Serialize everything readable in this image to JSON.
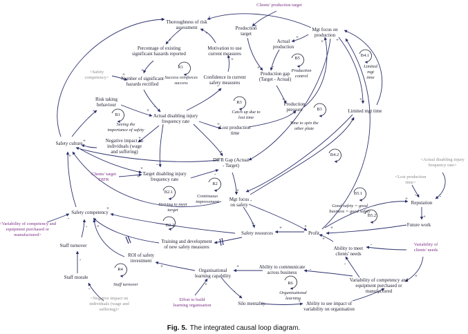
{
  "nodes": {
    "clients_production_target": "Clients' production target",
    "thoroughness": [
      "Thoroughness of risk",
      "assessment"
    ],
    "production_target": [
      "Production",
      "target"
    ],
    "mgt_focus_production": [
      "Mgt focus on",
      "production"
    ],
    "percentage_hazards": [
      "Percentage of existing",
      "significant hazards reported"
    ],
    "motivation": [
      "Motivation to use",
      "current measures"
    ],
    "actual_production": [
      "Actual",
      "production"
    ],
    "safety_competency_shadow": [
      "<Safety",
      "competency>"
    ],
    "number_hazards": [
      "Number of significant",
      "hazards rectified"
    ],
    "production_gap": [
      "Production gap",
      "(Target - Actual)"
    ],
    "confidence": [
      "Confidence in current",
      "safety measures"
    ],
    "production_pressure": [
      "Production",
      "pressure"
    ],
    "risk_taking": [
      "Risk taking",
      "behaviour"
    ],
    "limited_mgt_time": "Limited mgt time",
    "actual_difr": [
      "Actual disabling injury",
      "frequency rate"
    ],
    "lost_production_time": [
      "Lost production",
      "time"
    ],
    "negative_impact": [
      "Negative impact on",
      "individuals (wage",
      "and suffering)"
    ],
    "safety_culture": "Safety culture",
    "difr_gap": [
      "DIFR Gap (Actual",
      "- Target)"
    ],
    "actual_difr_shadow": [
      "<Actual disabling injury",
      "frequency rate>"
    ],
    "clients_target_difr": [
      "Clients' target",
      "DIFR"
    ],
    "target_difr": [
      "Target disabling injury",
      "frequency rate"
    ],
    "lost_production_time_shadow": [
      "<Lost production",
      "time>"
    ],
    "mgt_focus_safety": [
      "Mgt focus",
      "on safety"
    ],
    "reputation": "Reputation",
    "safety_competency": "Safety competency",
    "profit": "Profit",
    "future_work": "Future work",
    "variability_shadow": [
      "<Variability of competency and",
      "equipment purchased or",
      "manufactured>"
    ],
    "safety_resources": "Safety resources",
    "staff_turnover": "Staff turnover",
    "training": [
      "Training and development",
      "of new safety measures"
    ],
    "ability_meet_needs": [
      "Ability to meet",
      "clients' needs"
    ],
    "variability_clients_needs": [
      "Variability of",
      "clients' needs"
    ],
    "roi_safety": [
      "ROI of safety",
      "investment"
    ],
    "ability_communicate": [
      "Ability to communicate",
      "across business"
    ],
    "org_learning": [
      "Organisational",
      "learning capability"
    ],
    "staff_morale": "Staff morale",
    "variability_competency": [
      "Variability of competency and",
      "equipment purchased or",
      "manufactured"
    ],
    "negative_impact_shadow": [
      "<Negative impact on",
      "individuals (wage and",
      "suffering)>"
    ],
    "effort_learning": [
      "Effort to build",
      "learning organisation"
    ],
    "silo_mentality": "Silo mentality",
    "ability_see_impact": [
      "Ability to see impact of",
      "variability on organisation"
    ]
  },
  "loops": [
    {
      "id": "R1",
      "label": [
        "Success reinforces",
        "success"
      ]
    },
    {
      "id": "B5",
      "label": [
        "Production",
        "control"
      ]
    },
    {
      "id": "B4.1",
      "label": [
        "Limited",
        "mgt",
        "time"
      ]
    },
    {
      "id": "R3",
      "label": [
        "Catch up due to",
        "lost time"
      ]
    },
    {
      "id": "B3",
      "label": [
        "Time to spin the",
        "other plate"
      ]
    },
    {
      "id": "B1",
      "label": [
        "Seeing the",
        "importance of safety"
      ]
    },
    {
      "id": "B4.2",
      "label": []
    },
    {
      "id": "R2",
      "label": [
        "Continuous",
        "improvement"
      ]
    },
    {
      "id": "B2.1",
      "label": [
        "Striving to meet",
        "target"
      ]
    },
    {
      "id": "B5.1",
      "label": [
        "Good safety = good",
        "business = good safety"
      ]
    },
    {
      "id": "B5.2",
      "label": []
    },
    {
      "id": "B2.2",
      "label": []
    },
    {
      "id": "R4",
      "label": [
        "Staff turnover"
      ]
    },
    {
      "id": "R6",
      "label": [
        "Organisational",
        "learning"
      ]
    }
  ],
  "polarity": {
    "plus": "+",
    "minus": "-"
  },
  "caption": {
    "fig": "Fig. 5.",
    "text": "The integrated causal loop diagram."
  },
  "colors": {
    "arrow": "#2a2f6b",
    "external": "#7b2d86",
    "shadow": "#8a8a8a",
    "text": "#1a1a2e"
  }
}
